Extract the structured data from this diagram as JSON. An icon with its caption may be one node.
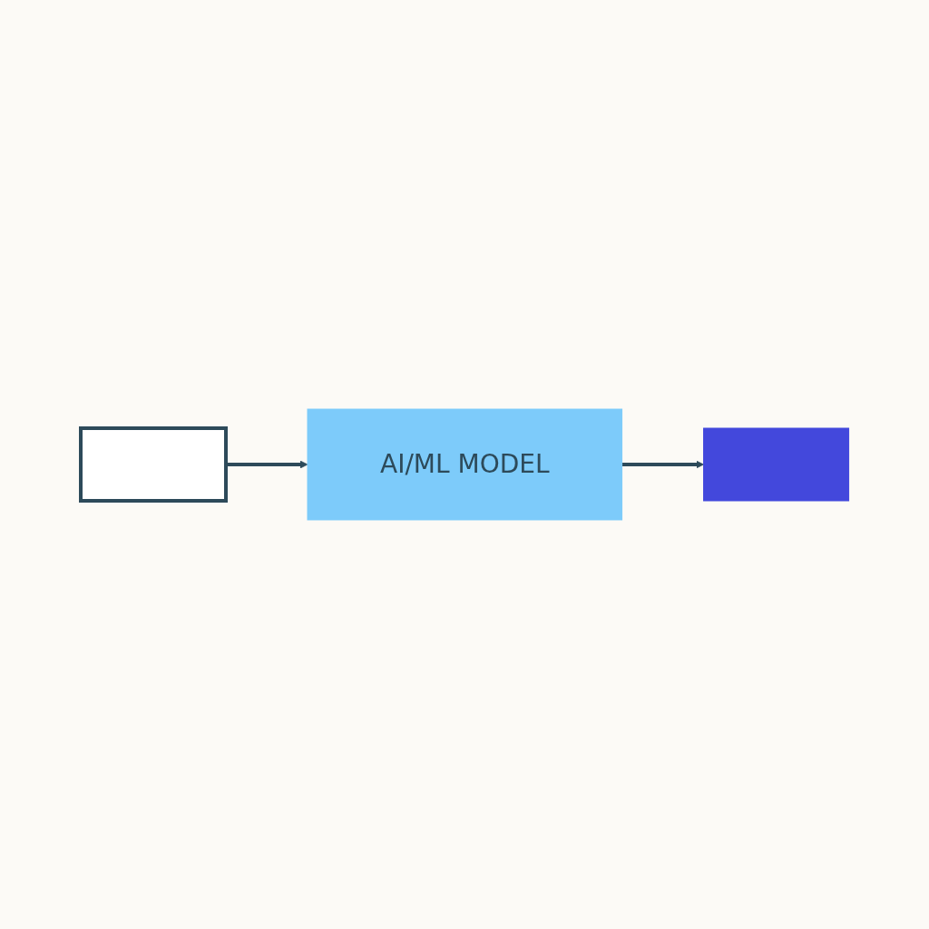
{
  "diagram": {
    "nodes": [
      {
        "text": [],
        "shape": "box"
      },
      {
        "text": [
          "AI/ML MODEL"
        ]
      },
      {
        "text": [],
        "shape": "box"
      }
    ],
    "edges": [
      {
        "from": 0,
        "to": 1,
        "arrow": "to"
      },
      {
        "from": 1,
        "to": 2,
        "arrow": "to"
      }
    ]
  }
}
